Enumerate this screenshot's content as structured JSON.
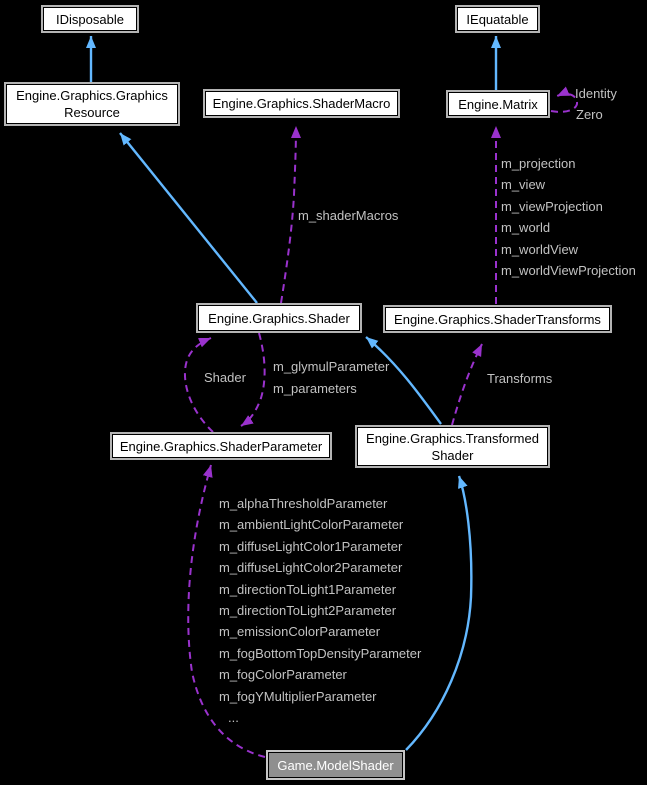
{
  "diagram": {
    "nodes": {
      "idisposable": {
        "label": "IDisposable"
      },
      "graphics_resource": {
        "label": "Engine.Graphics.Graphics\nResource"
      },
      "shader_macro": {
        "label": "Engine.Graphics.ShaderMacro"
      },
      "iequatable": {
        "label": "IEquatable"
      },
      "matrix": {
        "label": "Engine.Matrix"
      },
      "shader": {
        "label": "Engine.Graphics.Shader"
      },
      "shader_transforms": {
        "label": "Engine.Graphics.ShaderTransforms"
      },
      "shader_parameter": {
        "label": "Engine.Graphics.ShaderParameter"
      },
      "transformed_shader": {
        "label": "Engine.Graphics.Transformed\nShader"
      },
      "model_shader": {
        "label": "Game.ModelShader"
      }
    },
    "edge_labels": {
      "identity": "Identity",
      "zero": "Zero",
      "shader_macros": "m_shaderMacros",
      "shader": "Shader",
      "glymul_parameter": "m_glymulParameter",
      "parameters": "m_parameters",
      "transforms": "Transforms",
      "matrix_members": [
        "m_projection",
        "m_view",
        "m_viewProjection",
        "m_world",
        "m_worldView",
        "m_worldViewProjection"
      ],
      "model_members": [
        "m_alphaThresholdParameter",
        "m_ambientLightColorParameter",
        "m_diffuseLightColor1Parameter",
        "m_diffuseLightColor2Parameter",
        "m_directionToLight1Parameter",
        "m_directionToLight2Parameter",
        "m_emissionColorParameter",
        "m_fogBottomTopDensityParameter",
        "m_fogColorParameter",
        "m_fogYMultiplierParameter",
        "..."
      ]
    },
    "colors": {
      "background": "#000000",
      "inheritance_edge": "#63b8ff",
      "usage_edge": "#9a32cd",
      "edge_label_text": "#c2c2c2",
      "node_fill": "#ffffff",
      "node_border": "#b4b4b4",
      "node_text": "#000000",
      "focus_node_fill": "#8f8f8f",
      "focus_node_text": "#ffffff"
    }
  }
}
